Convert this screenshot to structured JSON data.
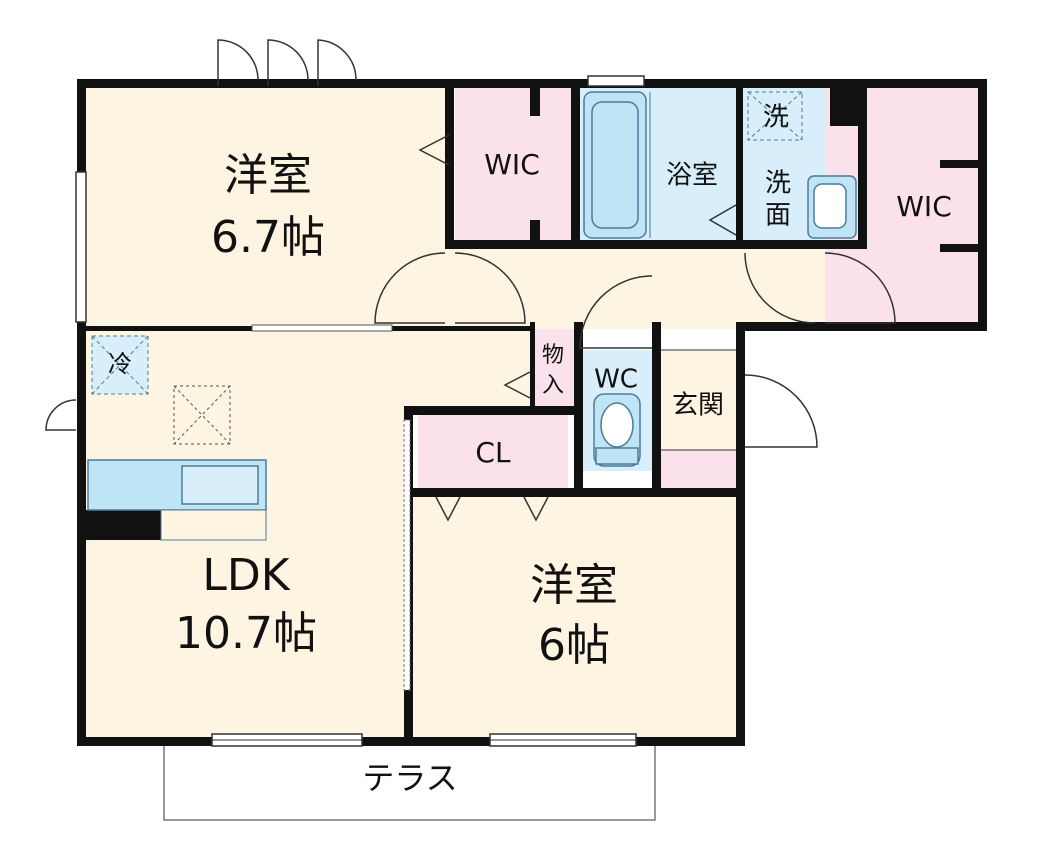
{
  "colors": {
    "wall": "#111111",
    "living_floor": "#fdf4e1",
    "storage_pink": "#fbe1ec",
    "wet_blue": "#d8eefb",
    "fixture_blue": "#bfe4f6",
    "fixture_stroke": "#4a7c99"
  },
  "rooms": {
    "western_room_1": {
      "name": "洋室",
      "size": "6.7帖"
    },
    "wic_1": {
      "name": "WIC"
    },
    "bathroom": {
      "name": "浴室"
    },
    "washer": {
      "name": "洗"
    },
    "washroom": {
      "line1": "洗",
      "line2": "面"
    },
    "wic_2": {
      "name": "WIC"
    },
    "fridge": {
      "name": "冷"
    },
    "storage": {
      "line1": "物",
      "line2": "入"
    },
    "toilet": {
      "name": "WC"
    },
    "entrance": {
      "name": "玄関"
    },
    "closet": {
      "name": "CL"
    },
    "ldk": {
      "name": "LDK",
      "size": "10.7帖"
    },
    "western_room_2": {
      "name": "洋室",
      "size": "6帖"
    },
    "terrace": {
      "name": "テラス"
    }
  },
  "icons": [
    "door-swing-icon",
    "window-icon",
    "bathtub-icon",
    "toilet-icon",
    "sink-icon",
    "washer-pan-icon",
    "kitchen-counter-icon"
  ]
}
